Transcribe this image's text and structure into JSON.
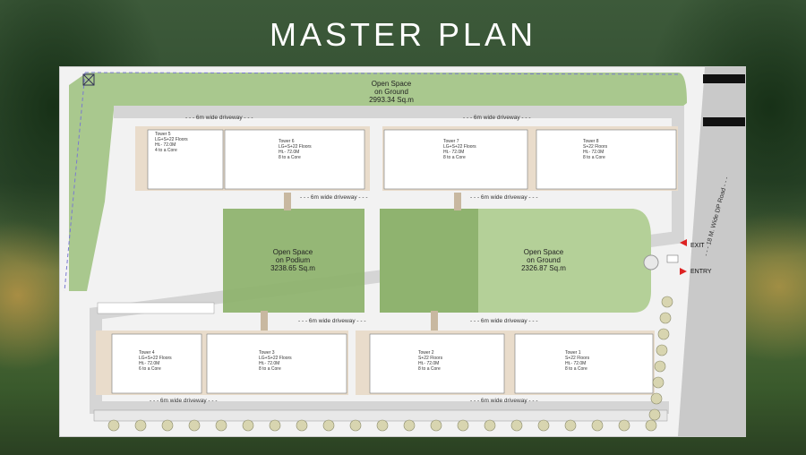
{
  "title": "MASTER PLAN",
  "open_spaces": [
    {
      "name": "Open Space",
      "sub": "on Ground",
      "area": "2993.34 Sq.m"
    },
    {
      "name": "Open Space",
      "sub": "on Podium",
      "area": "3238.65 Sq.m"
    },
    {
      "name": "Open Space",
      "sub": "on Ground",
      "area": "2326.87 Sq.m"
    }
  ],
  "towers": [
    {
      "name": "Tower 5",
      "floors": "LG+S+22 Floors",
      "height": "Ht.- 72.0M",
      "core": "4 to a Core"
    },
    {
      "name": "Tower 6",
      "floors": "LG+S+22 Floors",
      "height": "Ht.- 72.0M",
      "core": "8 to a Core"
    },
    {
      "name": "Tower 7",
      "floors": "LG+S+22 Floors",
      "height": "Ht.- 72.0M",
      "core": "8 to a Core"
    },
    {
      "name": "Tower 8",
      "floors": "S+22 Floors",
      "height": "Ht.- 72.0M",
      "core": "8 to a Core"
    },
    {
      "name": "Tower 4",
      "floors": "LG+S+22 Floors",
      "height": "Ht.- 72.0M",
      "core": "6 to a Core"
    },
    {
      "name": "Tower 3",
      "floors": "LG+S+22 Floors",
      "height": "Ht.- 72.0M",
      "core": "8 to a Core"
    },
    {
      "name": "Tower 2",
      "floors": "S+22 Floors",
      "height": "Ht.- 72.0M",
      "core": "8 to a Core"
    },
    {
      "name": "Tower 1",
      "floors": "S+22 Floors",
      "height": "Ht.- 72.0M",
      "core": "8 to a Core"
    }
  ],
  "driveway_label": "- - - 6m wide driveway - - -",
  "road_label": "- - - 18 M. Wide DP Road - - -",
  "exit_label": "EXIT",
  "entry_label": "ENTRY"
}
